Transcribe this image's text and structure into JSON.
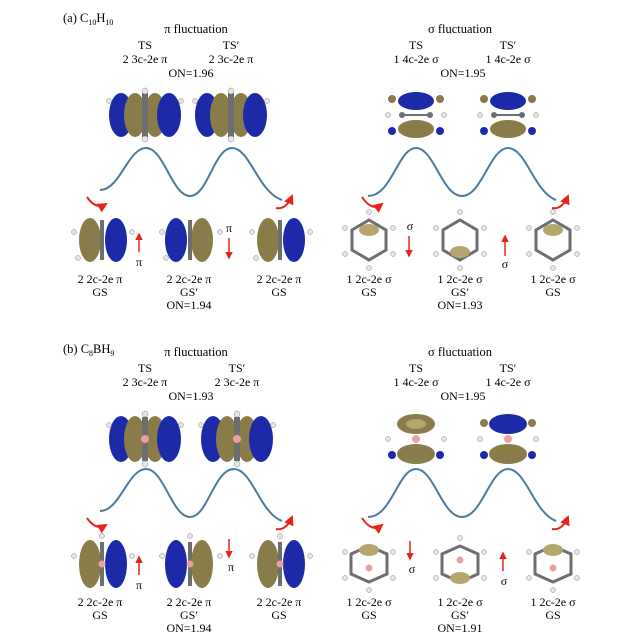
{
  "colors": {
    "wave": "#4a7ba5",
    "arrow": "#e8231b",
    "lobe_blue": "#1c2aa8",
    "lobe_olive": "#8a7c48",
    "lobe_olive_light": "#b5a56f",
    "carbon": "#6e6e6e",
    "hydrogen": "#e6e6e6",
    "boron": "#e8a0a0"
  },
  "panels": [
    {
      "tag": "(a) C",
      "formula_sub1": "10",
      "formula_mid": "H",
      "formula_sub2": "10",
      "pi": {
        "title": "π fluctuation",
        "ts_label": "TS",
        "ts_prime_label": "TS′",
        "ts_bond": "2 3c-2e π",
        "ts_prime_bond": "2 3c-2e π",
        "ts_on": "ON=1.96",
        "gs_left_bond": "2 2c-2e π",
        "gs_left_label": "GS",
        "gs_mid_bond": "2 2c-2e π",
        "gs_mid_label": "GS′",
        "gs_mid_on": "ON=1.94",
        "gs_right_bond": "2 2c-2e π",
        "gs_right_label": "GS",
        "arrow1_symbol": "π",
        "arrow2_symbol": "π"
      },
      "sigma": {
        "title": "σ fluctuation",
        "ts_label": "TS",
        "ts_prime_label": "TS′",
        "ts_bond": "1 4c-2e σ",
        "ts_prime_bond": "1 4c-2e σ",
        "ts_on": "ON=1.95",
        "gs_left_bond": "1 2c-2e σ",
        "gs_left_label": "GS",
        "gs_mid_bond": "1 2c-2e σ",
        "gs_mid_label": "GS′",
        "gs_mid_on": "ON=1.93",
        "gs_right_bond": "1 2c-2e σ",
        "gs_right_label": "GS",
        "arrow1_symbol": "σ",
        "arrow2_symbol": "σ"
      }
    },
    {
      "tag": "(b) C",
      "formula_sub1": "8",
      "formula_mid": "BH",
      "formula_sub2": "9",
      "pi": {
        "title": "π fluctuation",
        "ts_label": "TS",
        "ts_prime_label": "TS′",
        "ts_bond": "2 3c-2e π",
        "ts_prime_bond": "2 3c-2e π",
        "ts_on": "ON=1.93",
        "gs_left_bond": "2 2c-2e π",
        "gs_left_label": "GS",
        "gs_mid_bond": "2 2c-2e π",
        "gs_mid_label": "GS′",
        "gs_mid_on": "ON=1.94",
        "gs_right_bond": "2 2c-2e π",
        "gs_right_label": "GS",
        "arrow1_symbol": "π",
        "arrow2_symbol": "π"
      },
      "sigma": {
        "title": "σ fluctuation",
        "ts_label": "TS",
        "ts_prime_label": "TS′",
        "ts_bond": "1 4c-2e σ",
        "ts_prime_bond": "1 4c-2e σ",
        "ts_on": "ON=1.95",
        "gs_left_bond": "1 2c-2e σ",
        "gs_left_label": "GS",
        "gs_mid_bond": "1 2c-2e σ",
        "gs_mid_label": "GS′",
        "gs_mid_on": "ON=1.91",
        "gs_right_bond": "1 2c-2e σ",
        "gs_right_label": "GS",
        "arrow1_symbol": "σ",
        "arrow2_symbol": "σ"
      }
    }
  ]
}
